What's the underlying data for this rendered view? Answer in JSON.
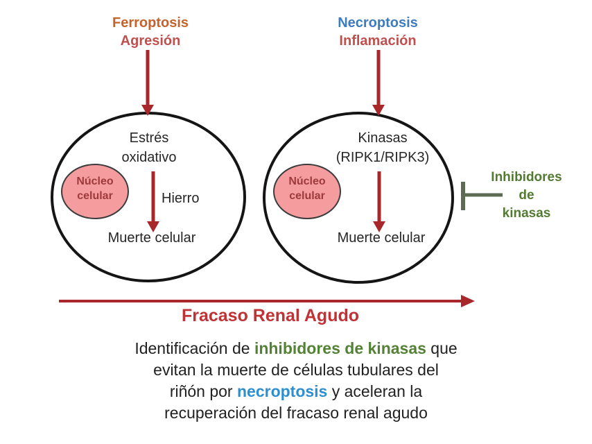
{
  "colors": {
    "arrow_red": "#a8272b",
    "ferroptosis_orange": "#c4632b",
    "agresion_red": "#c0504d",
    "necroptosis_blue": "#3d7cbe",
    "inhibitor_bar_green": "#5c6b52",
    "inhibitor_text_green": "#537a32",
    "caption_green": "#538135",
    "caption_blue": "#2e8fd0",
    "nucleus_fill": "#f49c9e",
    "nucleus_text": "#9e3a3c",
    "fracaso_red": "#bf3235",
    "cell_outline": "#151515",
    "body_text": "#212121"
  },
  "left_pathway": {
    "title": "Ferroptosis",
    "subtitle": "Agresión",
    "cell": {
      "stimulus": "Estrés\noxidativo",
      "mediator": "Hierro",
      "outcome": "Muerte celular",
      "nucleus": "Núcleo\ncelular"
    }
  },
  "right_pathway": {
    "title": "Necroptosis",
    "subtitle": "Inflamación",
    "cell": {
      "stimulus": "Kinasas\n(RIPK1/RIPK3)",
      "outcome": "Muerte celular",
      "nucleus": "Núcleo\ncelular"
    }
  },
  "inhibitor": {
    "label": "Inhibidores\nde\nkinasas"
  },
  "axis": {
    "label": "Fracaso Renal Agudo"
  },
  "caption": {
    "line1": {
      "part1": "Identificación de ",
      "part2": "inhibidores de kinasas",
      "part3": " que"
    },
    "line2": "evitan la muerte de células tubulares del",
    "line3": {
      "part1": "riñón por ",
      "part2": "necroptosis",
      "part3": " y aceleran la"
    },
    "line4": "recuperación del fracaso renal agudo"
  }
}
